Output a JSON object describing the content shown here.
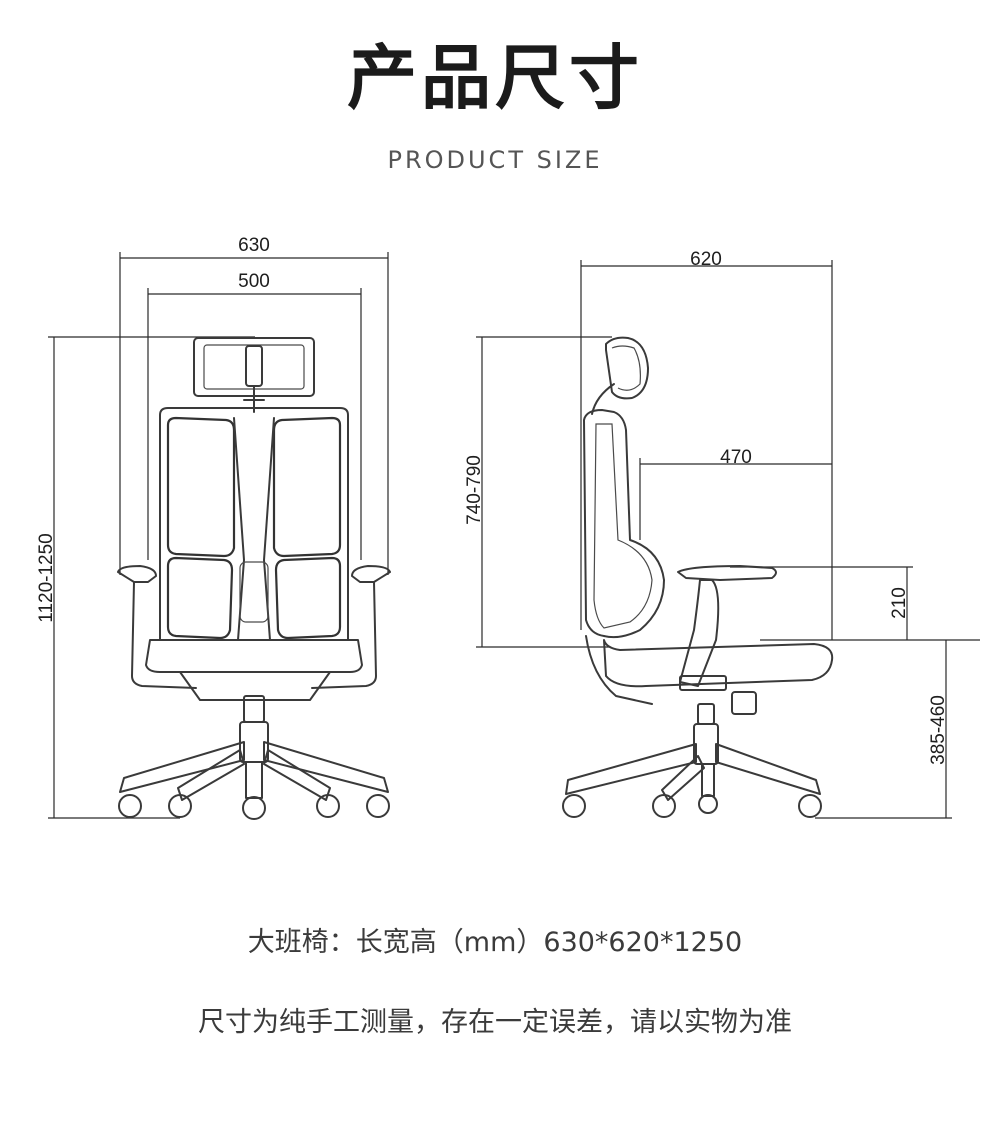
{
  "header": {
    "title_cn": "产品尺寸",
    "title_en": "PRODUCT SIZE"
  },
  "front_view": {
    "width_overall": "630",
    "width_inner": "500",
    "height_total": "1120-1250"
  },
  "side_view": {
    "depth_overall": "620",
    "seat_depth": "470",
    "backrest_height": "740-790",
    "armrest_height": "210",
    "seat_height": "385-460"
  },
  "notes": {
    "dimensions": "大班椅：长宽高（mm）630*620*1250",
    "disclaimer": "尺寸为纯手工测量，存在一定误差，请以实物为准"
  }
}
